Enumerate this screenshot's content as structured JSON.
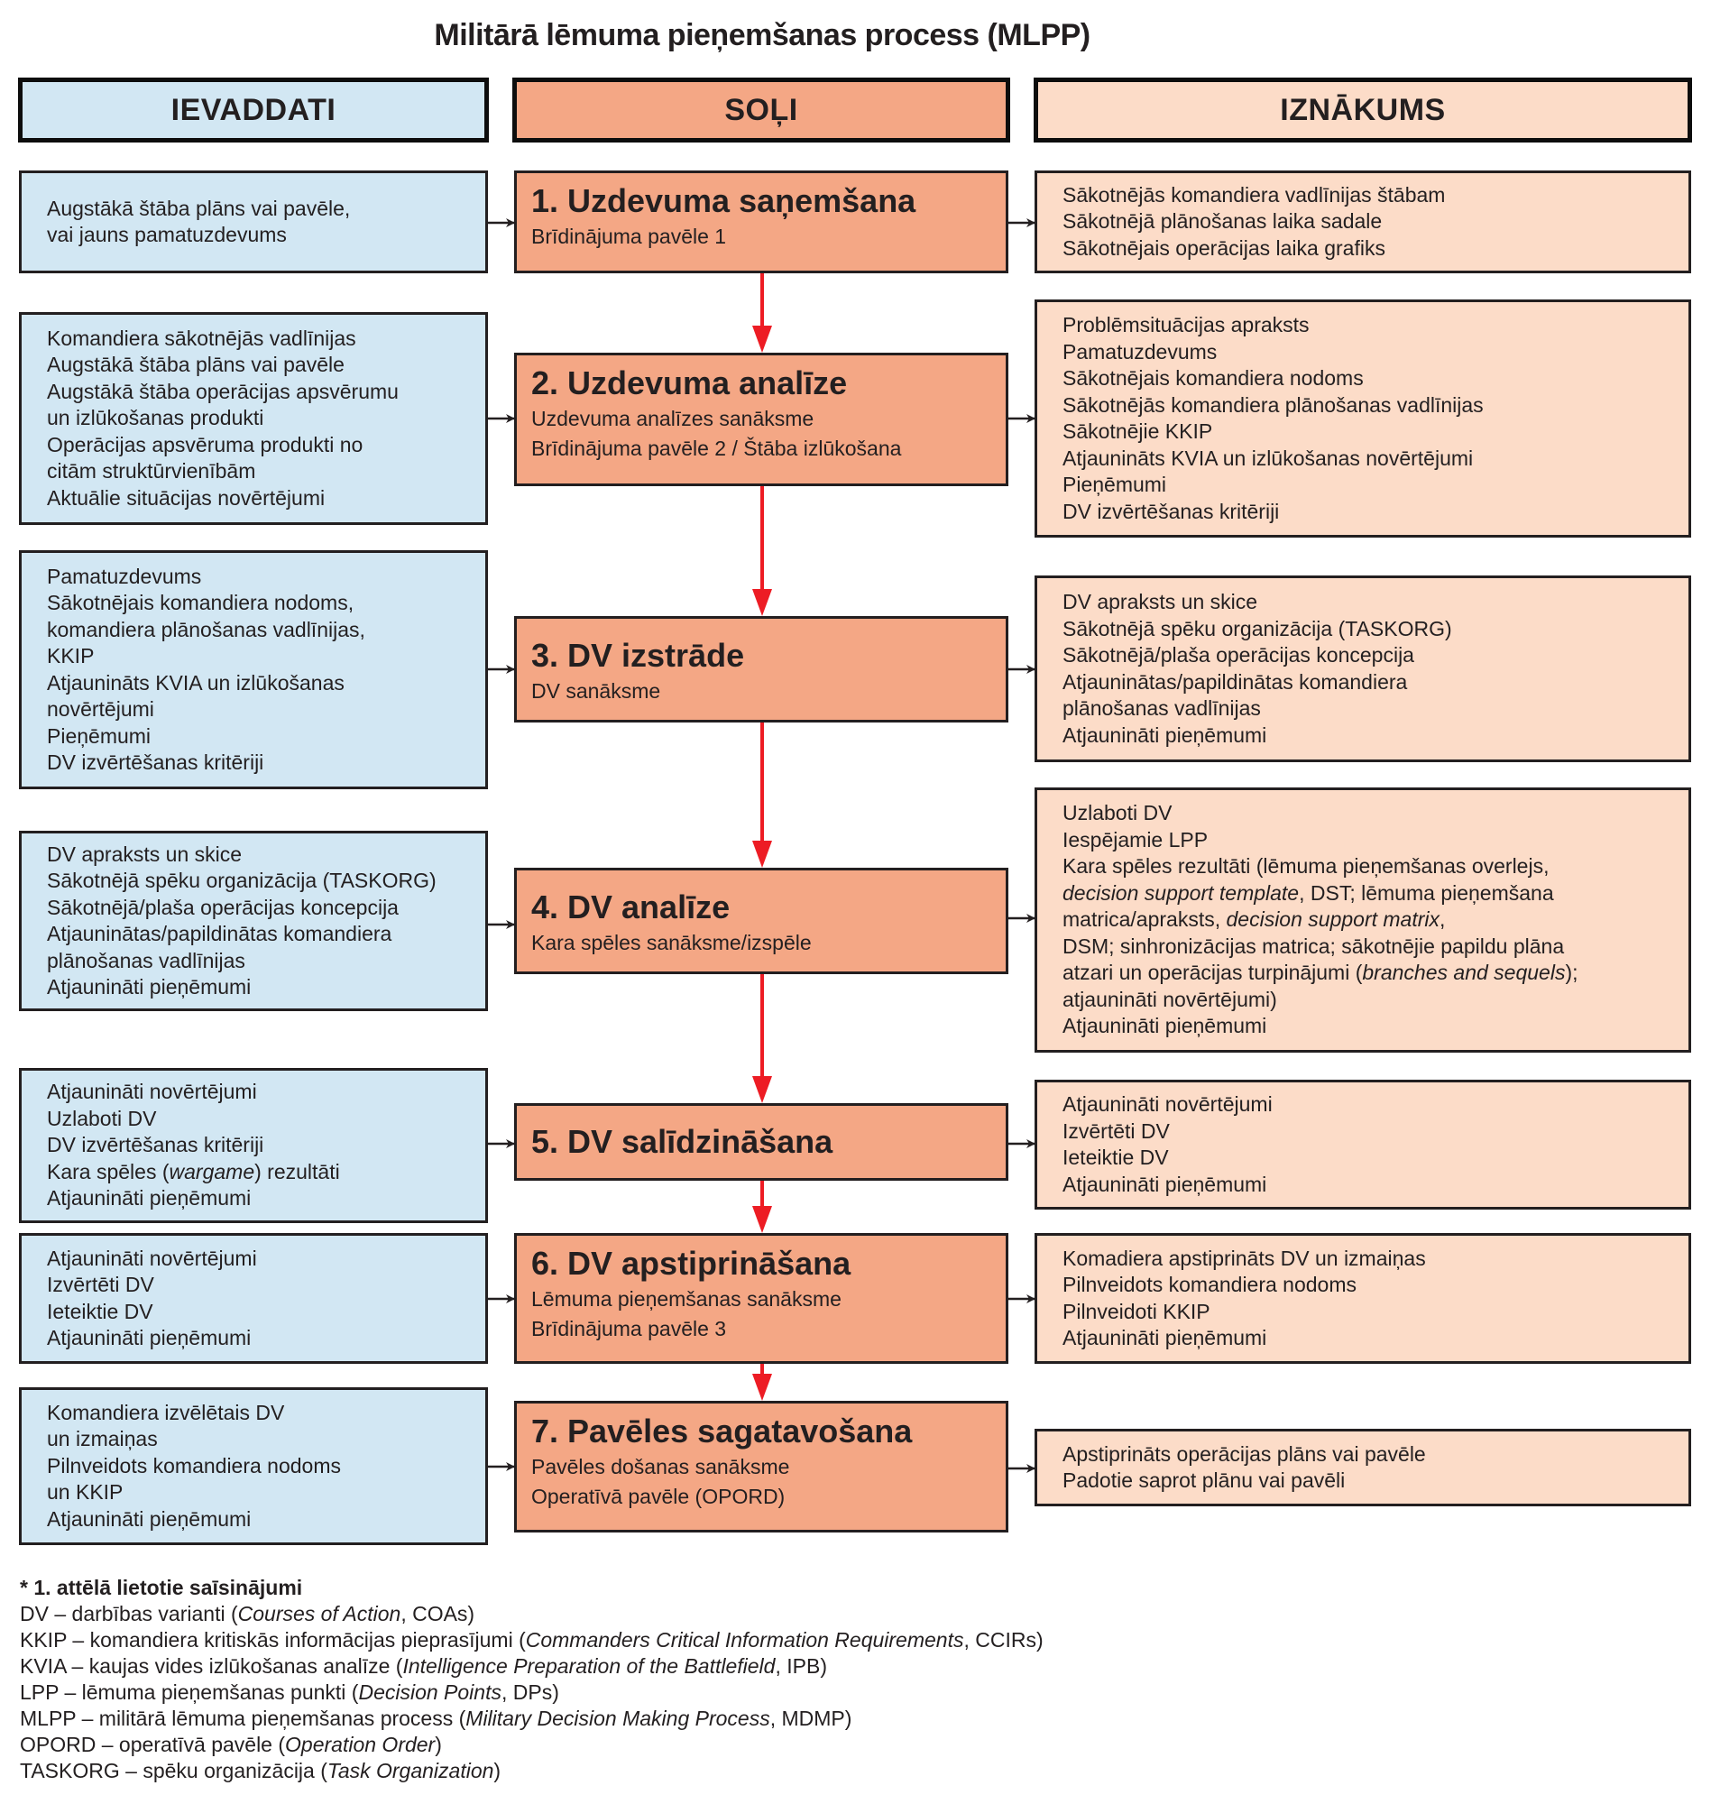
{
  "title": "Militārā lēmuma pieņemšanas process (MLPP)",
  "headers": {
    "inputs": "IEVADDATI",
    "steps": "SOĻI",
    "outputs": "IZNĀKUMS"
  },
  "colors": {
    "inputs_bg": "#d2e7f3",
    "steps_bg": "#f4a785",
    "outputs_bg": "#fcdcc8",
    "flow_arrow": "#ed1c24",
    "connector": "#231f20"
  },
  "rows": [
    {
      "inputs": [
        "Augstākā štāba plāns vai pavēle,",
        "vai jauns pamatuzdevums"
      ],
      "step": {
        "title": "1. Uzdevuma saņemšana",
        "subs": [
          "Brīdinājuma pavēle 1"
        ]
      },
      "outputs": [
        "Sākotnējās komandiera vadlīnijas štābam",
        "Sākotnējā plānošanas laika sadale",
        "Sākotnējais operācijas laika grafiks"
      ]
    },
    {
      "inputs": [
        "Komandiera sākotnējās vadlīnijas",
        "Augstākā štāba plāns vai pavēle",
        "Augstākā štāba operācijas apsvērumu",
        "un izlūkošanas produkti",
        "Operācijas apsvēruma produkti no",
        "citām struktūrvienībām",
        "Aktuālie situācijas novērtējumi"
      ],
      "step": {
        "title": "2. Uzdevuma analīze",
        "subs": [
          "Uzdevuma analīzes sanāksme",
          "Brīdinājuma pavēle 2 / Štāba izlūkošana"
        ]
      },
      "outputs": [
        "Problēmsituācijas apraksts",
        "Pamatuzdevums",
        "Sākotnējais komandiera nodoms",
        "Sākotnējās komandiera plānošanas vadlīnijas",
        "Sākotnējie KKIP",
        "Atjaunināts KVIA un izlūkošanas novērtējumi",
        "Pieņēmumi",
        "DV izvērtēšanas kritēriji"
      ]
    },
    {
      "inputs": [
        "Pamatuzdevums",
        "Sākotnējais komandiera nodoms,",
        "komandiera plānošanas vadlīnijas,",
        "KKIP",
        "Atjaunināts KVIA un izlūkošanas",
        "novērtējumi",
        "Pieņēmumi",
        "DV izvērtēšanas kritēriji"
      ],
      "step": {
        "title": "3. DV izstrāde",
        "subs": [
          "DV sanāksme"
        ]
      },
      "outputs": [
        "DV apraksts un skice",
        "Sākotnējā spēku organizācija (TASKORG)",
        "Sākotnējā/plaša operācijas koncepcija",
        "Atjauninātas/papildinātas komandiera",
        "plānošanas vadlīnijas",
        "Atjaunināti pieņēmumi"
      ]
    },
    {
      "inputs": [
        "DV apraksts un skice",
        "Sākotnējā spēku organizācija (TASKORG)",
        "Sākotnējā/plaša operācijas koncepcija",
        "Atjauninātas/papildinātas komandiera",
        "plānošanas vadlīnijas",
        "Atjaunināti pieņēmumi"
      ],
      "step": {
        "title": "4. DV analīze",
        "subs": [
          "Kara spēles sanāksme/izspēle"
        ]
      },
      "outputs_rich": [
        [
          {
            "t": "Uzlaboti DV"
          }
        ],
        [
          {
            "t": "Iespējamie LPP"
          }
        ],
        [
          {
            "t": "Kara spēles rezultāti (lēmuma pieņemšanas overlejs,"
          }
        ],
        [
          {
            "t": "decision support template",
            "i": true
          },
          {
            "t": ", DST; lēmuma pieņemšana"
          }
        ],
        [
          {
            "t": "matrica/apraksts, "
          },
          {
            "t": "decision support matrix",
            "i": true
          },
          {
            "t": ","
          }
        ],
        [
          {
            "t": "DSM; sinhronizācijas matrica; sākotnējie papildu plāna"
          }
        ],
        [
          {
            "t": "atzari un operācijas turpinājumi ("
          },
          {
            "t": "branches and sequels",
            "i": true
          },
          {
            "t": ");"
          }
        ],
        [
          {
            "t": "atjaunināti novērtējumi)"
          }
        ],
        [
          {
            "t": "Atjaunināti pieņēmumi"
          }
        ]
      ]
    },
    {
      "inputs_rich": [
        [
          {
            "t": "Atjaunināti novērtējumi"
          }
        ],
        [
          {
            "t": "Uzlaboti DV"
          }
        ],
        [
          {
            "t": "DV izvērtēšanas kritēriji"
          }
        ],
        [
          {
            "t": "Kara spēles ("
          },
          {
            "t": "wargame",
            "i": true
          },
          {
            "t": ") rezultāti"
          }
        ],
        [
          {
            "t": "Atjaunināti pieņēmumi"
          }
        ]
      ],
      "step": {
        "title": "5. DV salīdzināšana",
        "subs": []
      },
      "outputs": [
        "Atjaunināti novērtējumi",
        "Izvērtēti DV",
        "Ieteiktie DV",
        "Atjaunināti pieņēmumi"
      ]
    },
    {
      "inputs": [
        "Atjaunināti novērtējumi",
        "Izvērtēti DV",
        "Ieteiktie DV",
        "Atjaunināti pieņēmumi"
      ],
      "step": {
        "title": "6. DV apstiprināšana",
        "subs": [
          "Lēmuma pieņemšanas sanāksme",
          "Brīdinājuma pavēle 3"
        ]
      },
      "outputs": [
        "Komadiera apstiprināts DV un izmaiņas",
        "Pilnveidots komandiera nodoms",
        "Pilnveidoti KKIP",
        "Atjaunināti pieņēmumi"
      ]
    },
    {
      "inputs": [
        "Komandiera izvēlētais DV",
        "un izmaiņas",
        "Pilnveidots komandiera nodoms",
        "un KKIP",
        "Atjaunināti pieņēmumi"
      ],
      "step": {
        "title": "7. Pavēles sagatavošana",
        "subs": [
          "Pavēles došanas sanāksme",
          "Operatīvā pavēle (OPORD)"
        ]
      },
      "outputs": [
        "Apstiprināts operācijas plāns vai pavēle",
        "Padotie saprot plānu vai pavēli"
      ]
    }
  ],
  "notes": {
    "heading": "* 1. attēlā lietotie saīsinājumi",
    "items": [
      [
        {
          "t": "DV – darbības varianti ("
        },
        {
          "t": "Courses of Action",
          "i": true
        },
        {
          "t": ", COAs)"
        }
      ],
      [
        {
          "t": "KKIP – komandiera kritiskās informācijas pieprasījumi ("
        },
        {
          "t": "Commanders Critical Information Requirements",
          "i": true
        },
        {
          "t": ", CCIRs)"
        }
      ],
      [
        {
          "t": "KVIA – kaujas vides izlūkošanas analīze ("
        },
        {
          "t": "Intelligence Preparation of the Battlefield",
          "i": true
        },
        {
          "t": ", IPB)"
        }
      ],
      [
        {
          "t": "LPP – lēmuma pieņemšanas punkti ("
        },
        {
          "t": "Decision Points",
          "i": true
        },
        {
          "t": ", DPs)"
        }
      ],
      [
        {
          "t": "MLPP – militārā lēmuma pieņemšanas process ("
        },
        {
          "t": "Military Decision Making Process",
          "i": true
        },
        {
          "t": ", MDMP)"
        }
      ],
      [
        {
          "t": "OPORD – operatīvā pavēle ("
        },
        {
          "t": "Operation Order",
          "i": true
        },
        {
          "t": ")"
        }
      ],
      [
        {
          "t": "TASKORG – spēku organizācija ("
        },
        {
          "t": "Task Organization",
          "i": true
        },
        {
          "t": ")"
        }
      ]
    ]
  }
}
